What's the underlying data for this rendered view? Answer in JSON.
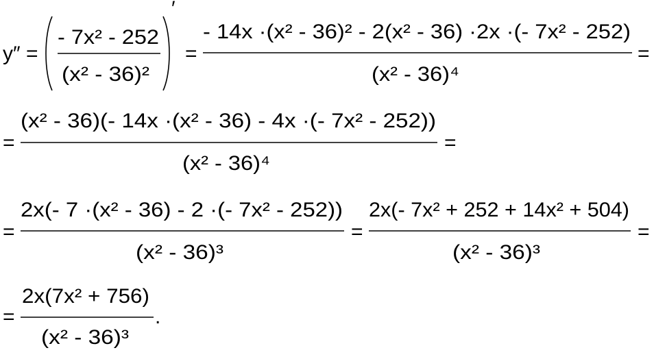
{
  "lines": [
    {
      "lhs": "y″ =",
      "outer_prime": "′",
      "inner_fraction": {
        "numerator": "- 7x² - 252",
        "denominator": "(x² - 36)²"
      },
      "middle_eq": "=",
      "fraction": {
        "numerator": "- 14x ·(x² - 36)² - 2(x² - 36) ·2x ·(- 7x² - 252)",
        "denominator": "(x² - 36)⁴"
      },
      "trailing": "="
    },
    {
      "lead": "=",
      "fraction": {
        "numerator": "(x² - 36)(- 14x ·(x² - 36) - 4x ·(- 7x² - 252))",
        "denominator": "(x² - 36)⁴"
      },
      "trailing": "="
    },
    {
      "lead": "=",
      "fraction_a": {
        "numerator": "2x(- 7 ·(x² - 36) - 2 ·(- 7x² - 252))",
        "denominator": "(x² - 36)³"
      },
      "middle_eq": "=",
      "fraction_b": {
        "numerator": "2x(- 7x² + 252 + 14x² + 504)",
        "denominator": "(x² - 36)³"
      },
      "trailing": "="
    },
    {
      "lead": "=",
      "fraction": {
        "numerator": "2x(7x² + 756)",
        "denominator": "(x² - 36)³"
      },
      "trailing": "."
    }
  ]
}
